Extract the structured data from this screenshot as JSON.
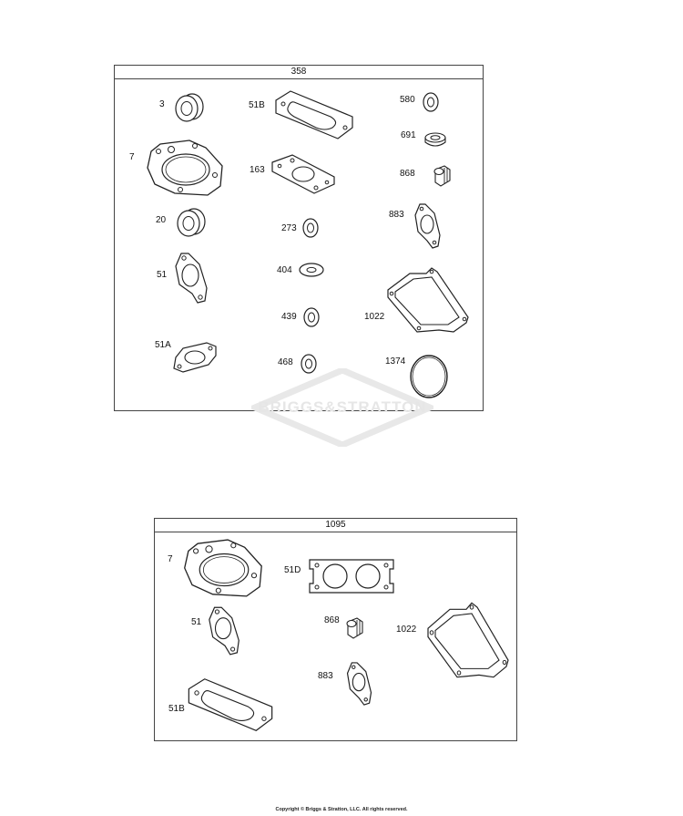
{
  "kits": [
    {
      "number": "358",
      "parts": [
        {
          "id": "3"
        },
        {
          "id": "7"
        },
        {
          "id": "20"
        },
        {
          "id": "51"
        },
        {
          "id": "51A"
        },
        {
          "id": "51B"
        },
        {
          "id": "163"
        },
        {
          "id": "273"
        },
        {
          "id": "404"
        },
        {
          "id": "439"
        },
        {
          "id": "468"
        },
        {
          "id": "580"
        },
        {
          "id": "691"
        },
        {
          "id": "868"
        },
        {
          "id": "883"
        },
        {
          "id": "1022"
        },
        {
          "id": "1374"
        }
      ]
    },
    {
      "number": "1095",
      "parts": [
        {
          "id": "7"
        },
        {
          "id": "51"
        },
        {
          "id": "51B"
        },
        {
          "id": "51D"
        },
        {
          "id": "868"
        },
        {
          "id": "883"
        },
        {
          "id": "1022"
        }
      ]
    }
  ],
  "watermark": "BRIGGS&STRATTON",
  "copyright": "Copyright © Briggs & Stratton, LLC. All rights reserved."
}
